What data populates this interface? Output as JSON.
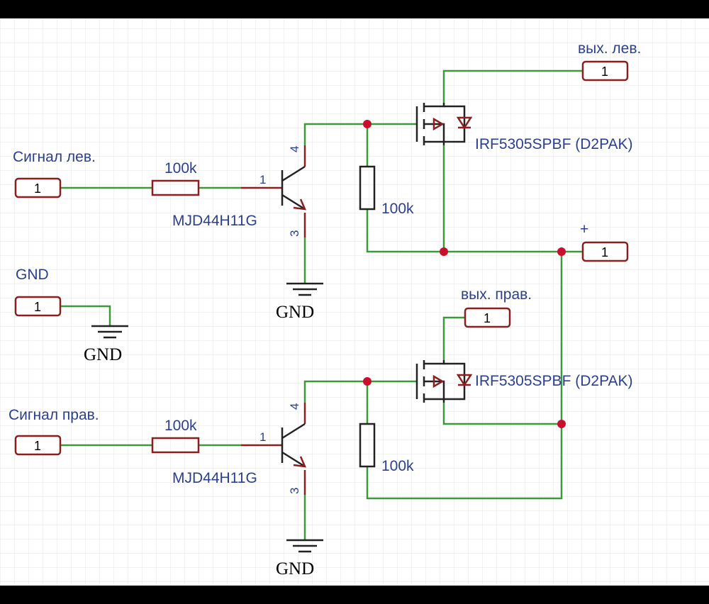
{
  "ports": {
    "signal_left": {
      "label": "Сигнал лев.",
      "num": "1"
    },
    "gnd": {
      "label": "GND",
      "num": "1"
    },
    "signal_right": {
      "label": "Сигнал прав.",
      "num": "1"
    },
    "out_left": {
      "label": "вых. лев.",
      "num": "1"
    },
    "plus": {
      "label": "+",
      "num": "1"
    },
    "out_right": {
      "label": "вых. прав.",
      "num": "1"
    }
  },
  "components": {
    "r1": {
      "value": "100k"
    },
    "r2": {
      "value": "100k"
    },
    "r3": {
      "value": "100k"
    },
    "r4": {
      "value": "100k"
    },
    "q1": {
      "name": "MJD44H11G",
      "pin_base": "1",
      "pin_collector": "4",
      "pin_emitter": "3"
    },
    "q2": {
      "name": "MJD44H11G",
      "pin_base": "1",
      "pin_collector": "4",
      "pin_emitter": "3"
    },
    "m1": {
      "name": "IRF5305SPBF (D2PAK)"
    },
    "m2": {
      "name": "IRF5305SPBF (D2PAK)"
    }
  },
  "grounds": {
    "g1": "GND",
    "g2": "GND",
    "g3": "GND"
  },
  "colors": {
    "wire": "#3a9a3a",
    "component": "#8b1f1f",
    "junction": "#c8102e",
    "label": "#2b3f8c",
    "grid": "#e6e6e6"
  }
}
